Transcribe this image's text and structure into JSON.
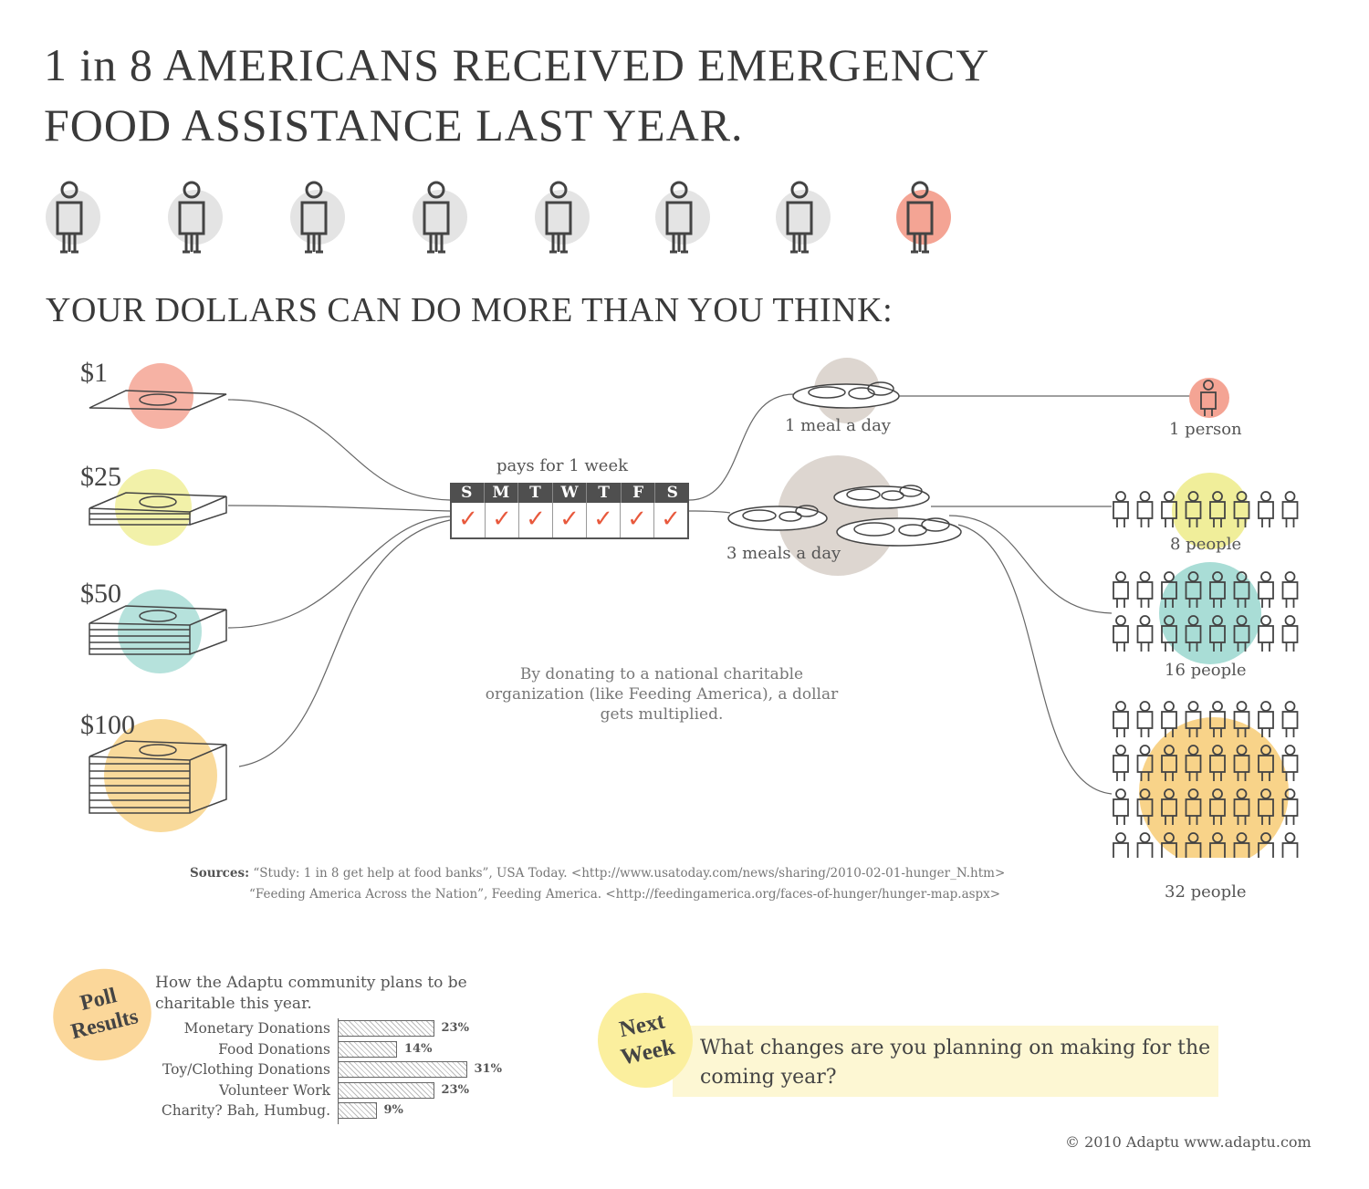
{
  "title_line1": "1 in 8 AMERICANS RECEIVED EMERGENCY",
  "title_line2": "FOOD ASSISTANCE LAST YEAR.",
  "subtitle": "YOUR DOLLARS CAN DO MORE THAN YOU THINK:",
  "amounts": [
    {
      "label": "$1",
      "blob_color": "#f4a494"
    },
    {
      "label": "$25",
      "blob_color": "#f0ee9a"
    },
    {
      "label": "$50",
      "blob_color": "#a9ddd6"
    },
    {
      "label": "$100",
      "blob_color": "#f8d389"
    }
  ],
  "week": {
    "caption": "pays for 1 week",
    "days": [
      "S",
      "M",
      "T",
      "W",
      "T",
      "F",
      "S"
    ],
    "check": "✓"
  },
  "meals": {
    "one": "1 meal a day",
    "three": "3 meals a day"
  },
  "people": {
    "p1": "1 person",
    "p8": "8 people",
    "p16": "16 people",
    "p32": "32 people"
  },
  "center_note": "By donating to a national charitable organization (like Feeding America), a dollar gets multiplied.",
  "sources": {
    "label": "Sources:",
    "line1": "“Study: 1 in 8 get help at food banks”, USA Today. <http://www.usatoday.com/news/sharing/2010-02-01-hunger_N.htm>",
    "line2": "“Feeding America Across the Nation”, Feeding America. <http://feedingamerica.org/faces-of-hunger/hunger-map.aspx>"
  },
  "poll": {
    "badge_line1": "Poll",
    "badge_line2": "Results",
    "question": "How the Adaptu community plans to be charitable this year.",
    "rows": [
      {
        "label": "Monetary Donations",
        "value": 23,
        "display": "23%"
      },
      {
        "label": "Food Donations",
        "value": 14,
        "display": "14%"
      },
      {
        "label": "Toy/Clothing Donations",
        "value": 31,
        "display": "31%"
      },
      {
        "label": "Volunteer Work",
        "value": 23,
        "display": "23%"
      },
      {
        "label": "Charity? Bah, Humbug.",
        "value": 9,
        "display": "9%"
      }
    ]
  },
  "next_week": {
    "badge_line1": "Next",
    "badge_line2": "Week",
    "question": "What changes are you planning on making for the coming year?"
  },
  "copyright": "© 2010 Adaptu www.adaptu.com",
  "colors": {
    "highlight_person": "#f4a494",
    "gray_blob": "#e4e4e4",
    "check": "#e8593d",
    "meal_blob": "#ddd6d0"
  }
}
